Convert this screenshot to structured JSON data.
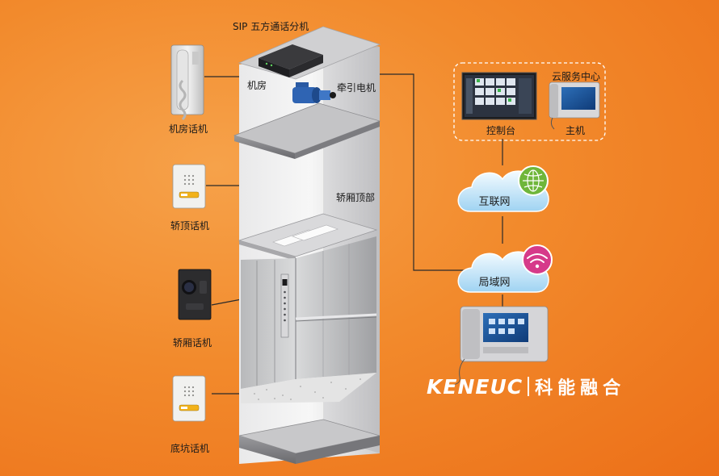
{
  "labels": {
    "sip_box": "SIP 五方通话分机",
    "machine_room": "机房",
    "traction_motor": "牵引电机",
    "car_top": "轿厢顶部",
    "cloud_service_center": "云服务中心",
    "console": "控制台",
    "host": "主机",
    "internet": "互联网",
    "lan": "局域网",
    "phone_machine_room": "机房话机",
    "phone_car_top": "轿顶话机",
    "phone_car": "轿厢话机",
    "phone_pit": "底坑话机"
  },
  "brand": {
    "name_en": "KENEUC",
    "name_cn": "科能融合"
  },
  "colors": {
    "background": "#f28a2c",
    "lines": "#2a2a2a",
    "cloud_icon_internet": "#6fb63a",
    "cloud_icon_lan": "#d63a8a"
  }
}
